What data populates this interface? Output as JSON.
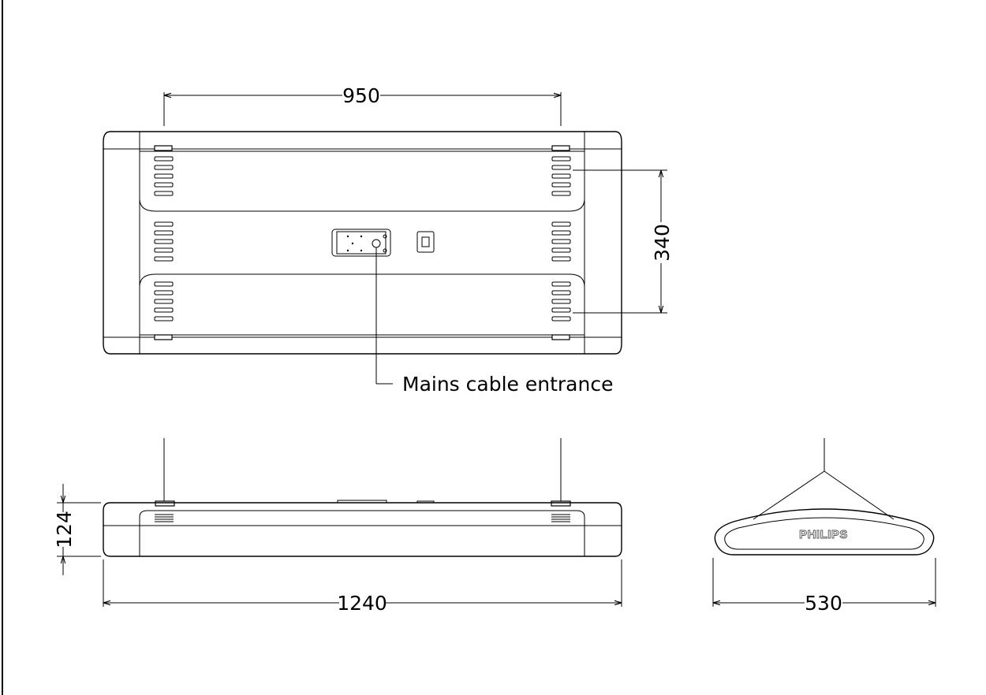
{
  "dimensions": {
    "suspension_spacing": "950",
    "panel_depth": "340",
    "height": "124",
    "length": "1240",
    "width": "530"
  },
  "callouts": {
    "mains_cable": "Mains cable entrance"
  },
  "brand": {
    "logo_text": "PHILIPS"
  },
  "colors": {
    "line": "#000000",
    "background": "#ffffff"
  }
}
